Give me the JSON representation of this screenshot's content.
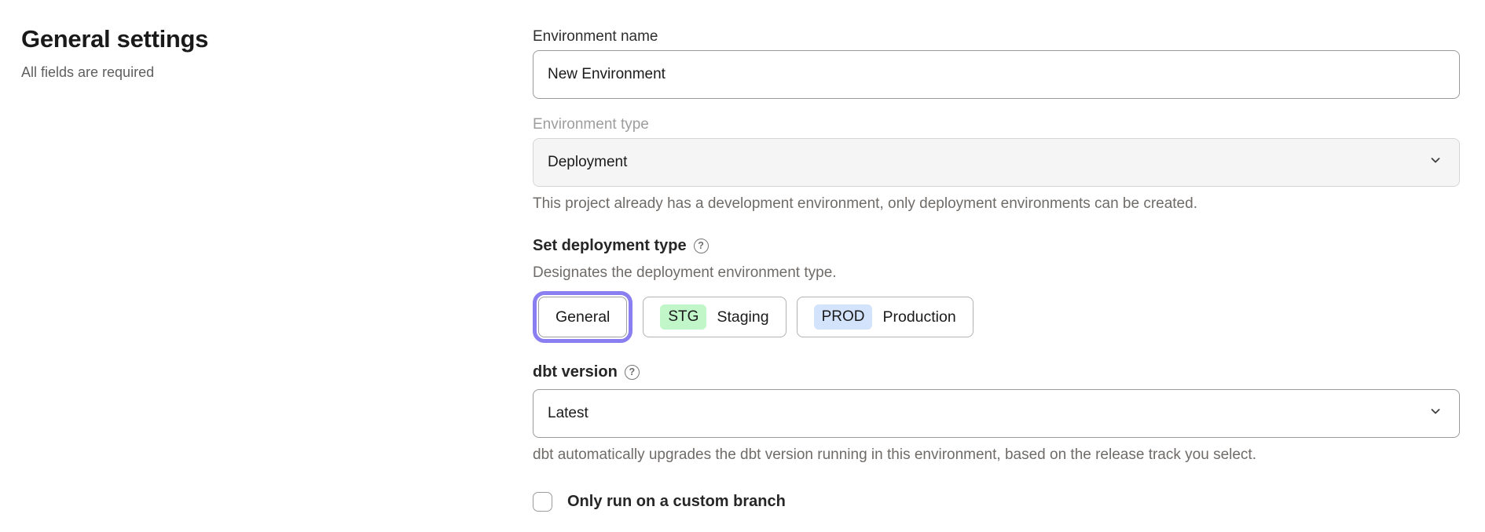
{
  "header": {
    "title": "General settings",
    "subtitle": "All fields are required"
  },
  "form": {
    "environment_name": {
      "label": "Environment name",
      "value": "New Environment"
    },
    "environment_type": {
      "label": "Environment type",
      "value": "Deployment",
      "disabled": true,
      "helper": "This project already has a development environment, only deployment environments can be created."
    },
    "deployment_type": {
      "label": "Set deployment type",
      "help_icon": "?",
      "helper": "Designates the deployment environment type.",
      "options": [
        {
          "label": "General",
          "selected": true
        },
        {
          "badge": "STG",
          "label": "Staging",
          "badge_color": "#c0f6c8"
        },
        {
          "badge": "PROD",
          "label": "Production",
          "badge_color": "#d2e3fb"
        }
      ]
    },
    "dbt_version": {
      "label": "dbt version",
      "help_icon": "?",
      "value": "Latest",
      "helper": "dbt automatically upgrades the dbt version running in this environment, based on the release track you select."
    },
    "custom_branch": {
      "label": "Only run on a custom branch",
      "checked": false
    }
  },
  "colors": {
    "accent_purple": "#8a7ff0",
    "badge_green": "#c0f6c8",
    "badge_blue": "#d2e3fb",
    "disabled_bg": "#f5f5f5"
  }
}
